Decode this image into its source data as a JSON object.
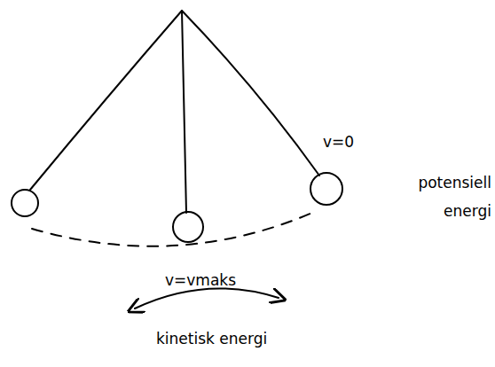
{
  "diagram": {
    "labels": [
      "v=0",
      "potensiell energi",
      "v=vmaks",
      "kinetisk energi"
    ]
  }
}
